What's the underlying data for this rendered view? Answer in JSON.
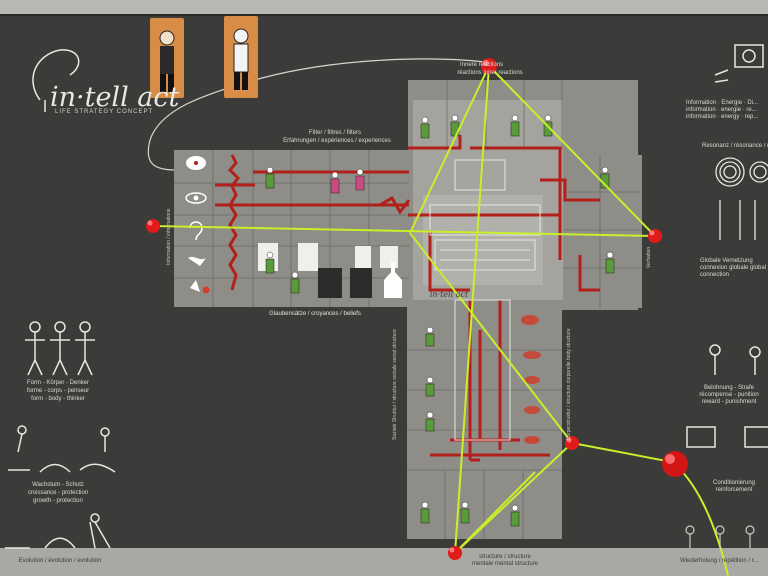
{
  "logo": {
    "brand": "in·tell act",
    "tagline": "LIFE STRATEGY CONCEPT",
    "board_logo": "in·tell act"
  },
  "labels": {
    "filter": "Filter / filtres / filters",
    "experiences": "Erfahrungen / expériences / experiences",
    "inner_reactions": "Innere reactions",
    "reactions": "réactions inner reactions",
    "beliefs": "Glaubensätze / croyances / beliefs",
    "information_left": "Information / informations",
    "information_right": "Information · Energie · Di... information · energie · re... information · energy · rep...",
    "resonance": "Resonanz / résonance / r...",
    "global": "Globale Vernetzung connexion globale global connection",
    "form": "Form - Körper - Denker",
    "forme": "forme - corps - penseur",
    "form_en": "form - body - thinker",
    "growth": "Wachstum - Schutz",
    "croissance": "croissance - protection",
    "growth_en": "growth - protection",
    "evolution": "Evolution / évolution / evolution",
    "social": "Soziale Struktur / structure sociale social structure",
    "body_structure": "Körperstruktur / structure corporelle body structure",
    "mental": "structure / structure mentale mental structure",
    "reward": "Belohnung - Strafe récompense - punition reward - punishment",
    "conditioning": "Conditionierung reinforcement",
    "repetition": "Wiederholung / répétition / r...",
    "verhalten": "Verhalten"
  },
  "colors": {
    "board": "#3b3b39",
    "tiles": "#8e8d88",
    "route": "#b2201c",
    "thread": "#c8f02a",
    "pin": "#e11a1a",
    "block": "#d98c45"
  },
  "icons": [
    "eye-icon",
    "ear-icon",
    "nose-icon",
    "mouth-icon",
    "church-icon",
    "human-figure-icon",
    "camera-icon",
    "skeleton-icon"
  ]
}
